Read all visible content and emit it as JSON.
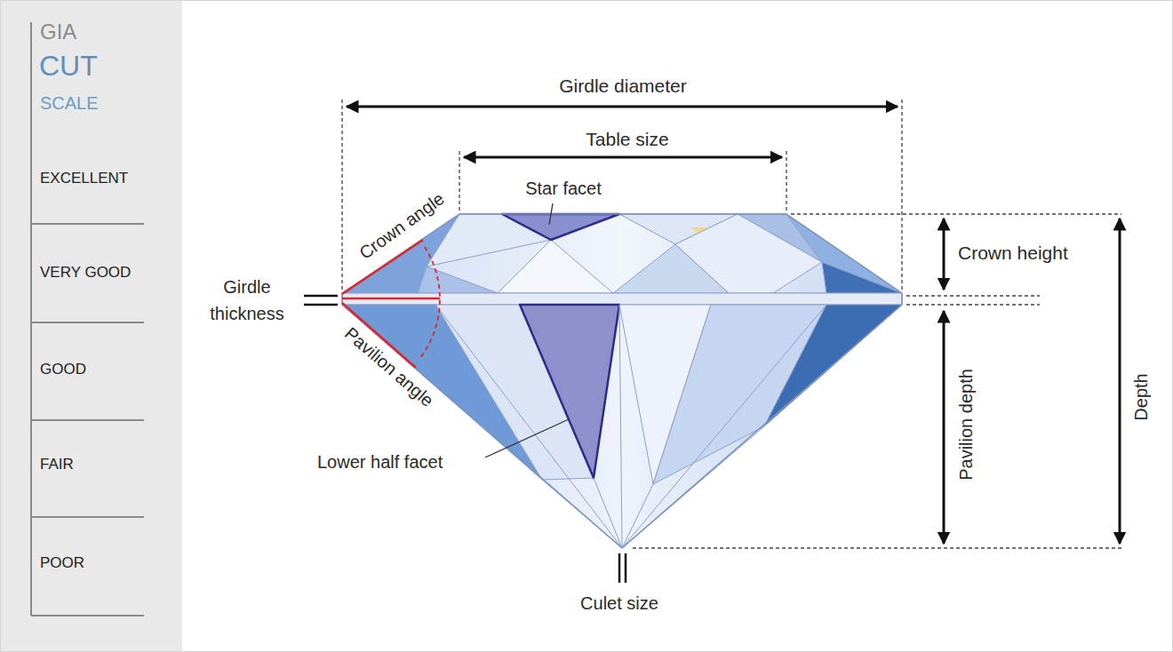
{
  "diagram": {
    "labels": [
      "GIA",
      "CUT",
      "SCALE",
      "EXCELLENT",
      "VERY GOOD",
      "GOOD",
      "FAIR",
      "POOR",
      "Girdle diameter",
      "Table size",
      "Star facet",
      "Crown angle",
      "Crown height",
      "Girdle thickness",
      "Pavilion angle",
      "Lower half facet",
      "Pavilion depth",
      "Depth",
      "Culet size"
    ]
  }
}
